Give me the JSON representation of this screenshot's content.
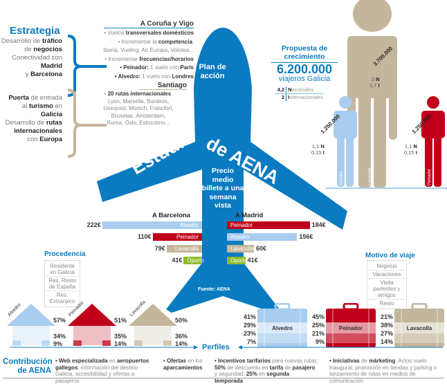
{
  "colors": {
    "brand": "#0a7bc0",
    "alvedro": "#a8cdef",
    "peinador": "#c0001a",
    "lavacolla": "#c4b69c",
    "oporto": "#8dbb2c"
  },
  "strategy": {
    "title": "Estrategia",
    "group1": [
      [
        [
          "Desarrollo de ",
          0
        ],
        [
          "tráfico",
          1
        ]
      ],
      [
        [
          "de ",
          0
        ],
        [
          "negocios",
          1
        ]
      ],
      [
        [
          "Conectividad con",
          0
        ]
      ],
      [
        [
          "Madrid",
          1
        ]
      ],
      [
        [
          "y ",
          0
        ],
        [
          "Barcelona",
          1
        ]
      ]
    ],
    "group2": [
      [
        [
          "Puerta",
          1
        ],
        [
          " de entrada",
          0
        ]
      ],
      [
        [
          "al ",
          0
        ],
        [
          "turismo",
          1
        ],
        [
          " en",
          0
        ]
      ],
      [
        [
          "Galicia",
          1
        ]
      ],
      [
        [
          "Desarrollo de ",
          0
        ],
        [
          "rutas",
          1
        ]
      ],
      [
        [
          "internacionales",
          1
        ]
      ],
      [
        [
          "con ",
          0
        ],
        [
          "Europa",
          1
        ]
      ]
    ]
  },
  "plan": {
    "title": "Plan de acción",
    "coruna_vigo": {
      "title": "A Coruña y Vigo",
      "lines": [
        [
          [
            "• Vuelos ",
            0
          ],
          [
            "transversales domésticos",
            1
          ]
        ],
        [
          [
            "• Incrementar la ",
            0
          ],
          [
            "competencia",
            1
          ],
          [
            ":",
            0
          ]
        ],
        [
          [
            "Iberia, Vueling, Air Europa, Volotea...",
            0
          ]
        ],
        [
          [
            "• Incrementar ",
            0
          ],
          [
            "frecuencias/horarios",
            1
          ]
        ],
        [
          [
            "• Peinador:",
            1
          ],
          [
            " 1 vuelo con ",
            0
          ],
          [
            "París",
            1
          ]
        ],
        [
          [
            "• Alvedro:",
            1
          ],
          [
            " 1 vuelo con ",
            0
          ],
          [
            "Londres",
            1
          ]
        ]
      ]
    },
    "santiago": {
      "title": "Santiago",
      "lines": [
        [
          [
            "• ",
            0
          ],
          [
            "20 rutas internacionales",
            1
          ],
          [
            ":",
            0
          ]
        ],
        [
          [
            "Lyon, Marsella, Burdeos,",
            0
          ]
        ],
        [
          [
            "Liverpool, Múnich, Fráncfort,",
            0
          ]
        ],
        [
          [
            "Bruselas, Ámsterdam,",
            0
          ]
        ],
        [
          [
            "Roma, Oslo, Estocolmo...",
            0
          ]
        ]
      ]
    }
  },
  "plane_title": "Estudio de AENA",
  "plane_title_parts": [
    "Estudio",
    "de AENA"
  ],
  "price": {
    "title": "Precio medio billete a una semana vista",
    "to_barcelona": "A Barcelona",
    "to_madrid": "A Madrid",
    "unit": "€",
    "barcelona": [
      {
        "airport": "Alvedro",
        "value": 222
      },
      {
        "airport": "Peinador",
        "value": 110
      },
      {
        "airport": "Lavacolla",
        "value": 79
      },
      {
        "airport": "Oporto",
        "value": 41
      }
    ],
    "madrid": [
      {
        "airport": "Peinador",
        "value": 184
      },
      {
        "airport": "Alvedro",
        "value": 156
      },
      {
        "airport": "Lavacolla",
        "value": 60
      },
      {
        "airport": "Oporto",
        "value": 41
      }
    ]
  },
  "source": "Fuente: AENA",
  "growth": {
    "title": "Propuesta de crecimiento",
    "total": "6.200.000",
    "total_label": "viajeros Galicia",
    "legend": [
      {
        "value": "4,2",
        "initial": "N",
        "rest": "acionales"
      },
      {
        "value": "2",
        "initial": "I",
        "rest": "nternacionales"
      }
    ],
    "airports": [
      {
        "name": "Lavacolla",
        "total": "3.700.000",
        "n": "2",
        "i": "1,7"
      },
      {
        "name": "Alvedro",
        "total": "1.250.000",
        "n": "1,1",
        "i": "0,15"
      },
      {
        "name": "Peinador",
        "total": "1.250.000",
        "n": "1,1",
        "i": "0,15"
      }
    ],
    "n_label": "N",
    "i_label": "I"
  },
  "procedencia": {
    "title": "Procedencia",
    "categories": [
      "Residente en Galicia",
      "Res. Resto de España",
      "Res. Extranjero"
    ],
    "airports": [
      {
        "name": "Alvedro",
        "values": [
          "57%",
          "34%",
          "9%"
        ]
      },
      {
        "name": "Peinador",
        "values": [
          "51%",
          "35%",
          "14%"
        ]
      },
      {
        "name": "Lavacolla",
        "values": [
          "50%",
          "36%",
          "14%"
        ]
      }
    ]
  },
  "motivo": {
    "title": "Motivo de viaje",
    "categories": [
      "Negocio",
      "Vacaciones",
      "Visita parientes y amigos",
      "Resto"
    ],
    "airports": [
      {
        "name": "Alvedro",
        "values": [
          "41%",
          "29%",
          "23%",
          "7%"
        ]
      },
      {
        "name": "Peinador",
        "values": [
          "45%",
          "25%",
          "21%",
          "9%"
        ]
      },
      {
        "name": "Lavacolla",
        "values": [
          "21%",
          "38%",
          "27%",
          "14%"
        ]
      }
    ]
  },
  "perfiles": "Perfiles",
  "contribucion": {
    "title": "Contribución de AENA",
    "items": [
      [
        [
          "• Web especializada",
          1
        ],
        [
          " en ",
          0
        ],
        [
          "aeropuertos gallegos",
          1
        ],
        [
          ": información del destino Galicia, accesibilidad y ofertas a pasajeros",
          0
        ]
      ],
      [
        [
          "• Ofertas",
          1
        ],
        [
          " en los ",
          0
        ],
        [
          "aparcamientos",
          1
        ]
      ],
      [
        [
          "• Incentivos tarifarios",
          1
        ],
        [
          " para nuevas rutas: ",
          0
        ],
        [
          "50%",
          1
        ],
        [
          " de descuento en ",
          0
        ],
        [
          "tarifa",
          1
        ],
        [
          " de ",
          0
        ],
        [
          "pasajero",
          1
        ],
        [
          " y seguridad; ",
          0
        ],
        [
          "25%",
          1
        ],
        [
          " en ",
          0
        ],
        [
          "segunda temporada",
          1
        ]
      ],
      [
        [
          "• Iniciativas",
          1
        ],
        [
          " de ",
          0
        ],
        [
          "márketing",
          1
        ],
        [
          ": Actos vuelo inaugural, promoción en tiendas y parking o lanzamiento de rutas en medios de comunicación",
          0
        ]
      ]
    ]
  }
}
